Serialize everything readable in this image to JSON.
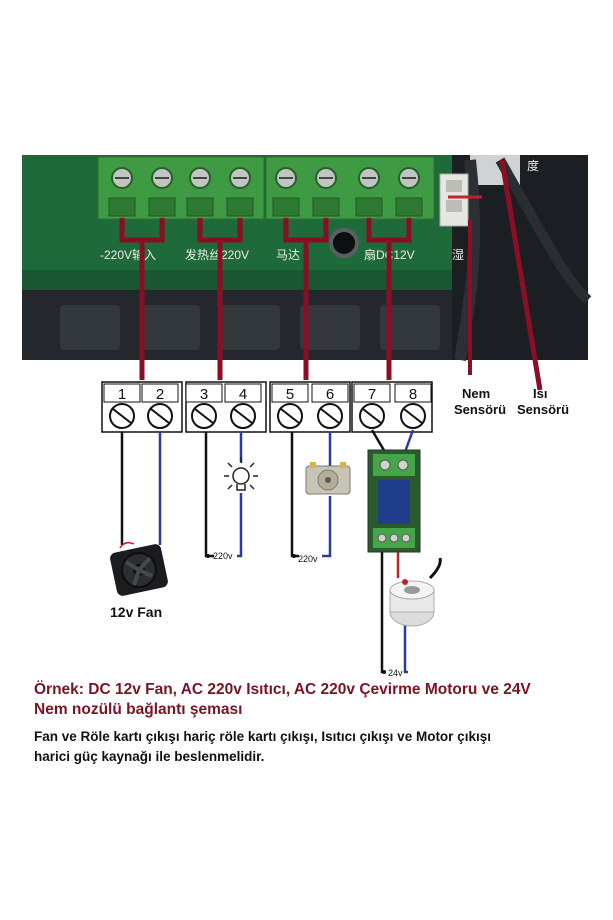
{
  "terminals": [
    "1",
    "2",
    "3",
    "4",
    "5",
    "6",
    "7",
    "8"
  ],
  "board_labels": {
    "l1": "-220V输入",
    "l2": "发热丝220V",
    "l3": "马达",
    "l4": "扇DC12V",
    "l5": "湿",
    "l6": "度"
  },
  "sensors": {
    "nem_line1": "Nem",
    "nem_line2": "Sensörü",
    "isi_line1": "Isı",
    "isi_line2": "Sensörü"
  },
  "wire_labels": {
    "heater_supply": "220v",
    "motor_supply": "220v",
    "nozzle_supply": "24v"
  },
  "fan_label": "12v Fan",
  "caption": {
    "title_line1": "Örnek: DC 12v Fan, AC 220v Isıtıcı, AC 220v Çevirme Motoru ve 24V",
    "title_line2": "Nem nozülü bağlantı şeması",
    "note_line1": "Fan ve Röle kartı çıkışı hariç röle kartı çıkışı, Isıtıcı çıkışı ve Motor çıkışı",
    "note_line2": "harici güç kaynağı ile beslenmelidir."
  },
  "colors": {
    "connector_green": "#3f9b43",
    "pcb_green": "#1f6a3a",
    "wire_red": "#8b0f24",
    "wire_blue": "#2b3aa0"
  }
}
